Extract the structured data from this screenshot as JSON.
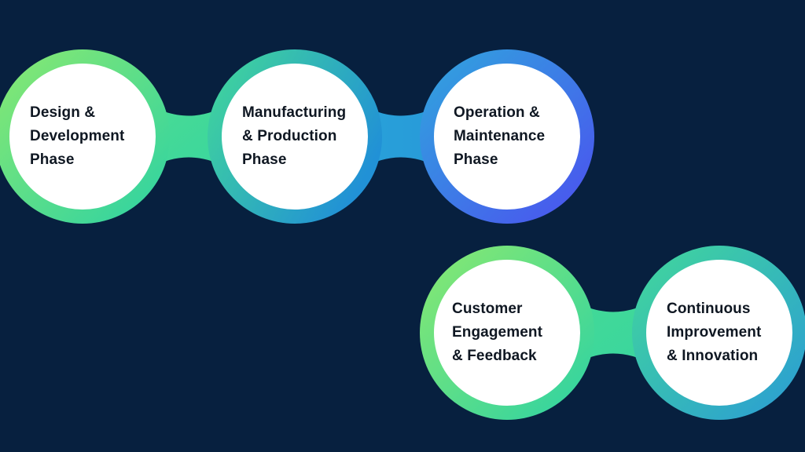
{
  "background_color": "#07203F",
  "text_color": "#0F1722",
  "diagram": {
    "type": "process-flow-chain",
    "phases": [
      {
        "label": "Design &\nDevelopment\nPhase",
        "row": "top",
        "gradient": [
          "#8AE970",
          "#2CD2A4"
        ]
      },
      {
        "label": "Manufacturing\n& Production\nPhase",
        "row": "top",
        "gradient": [
          "#43DA97",
          "#2191D6"
        ]
      },
      {
        "label": "Operation &\nMaintenance\nPhase",
        "row": "top",
        "gradient": [
          "#2FA7DD",
          "#4C4FF0"
        ]
      },
      {
        "label": "Customer\nEngagement\n& Feedback",
        "row": "bottom",
        "gradient": [
          "#8AE970",
          "#2CD2A4"
        ]
      },
      {
        "label": "Continuous\nImprovement\n& Innovation",
        "row": "bottom",
        "gradient": [
          "#42D89A",
          "#2A9BD6"
        ]
      }
    ],
    "connections": [
      {
        "from": "Design & Development Phase",
        "to": "Manufacturing & Production Phase",
        "color": "#3BD69E"
      },
      {
        "from": "Manufacturing & Production Phase",
        "to": "Operation & Maintenance Phase",
        "color": "#2498D6"
      },
      {
        "from": "Customer Engagement & Feedback",
        "to": "Continuous Improvement & Innovation",
        "color": "#38D59E"
      }
    ]
  }
}
